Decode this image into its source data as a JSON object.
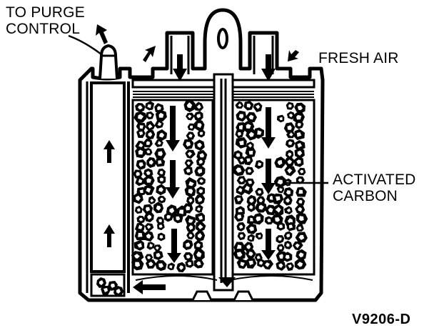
{
  "labels": {
    "purge_line1": "TO PURGE",
    "purge_line2": "CONTROL",
    "fresh_air": "FRESH AIR",
    "carbon_line1": "ACTIVATED",
    "carbon_line2": "CARBON",
    "figure_code": "V9206-D"
  },
  "colors": {
    "ink": "#000000",
    "paper": "#ffffff"
  },
  "icons": [
    "purge-outlet-arrow-icon",
    "fresh-air-inlet-arrow-icon",
    "flow-direction-arrow-icon"
  ]
}
